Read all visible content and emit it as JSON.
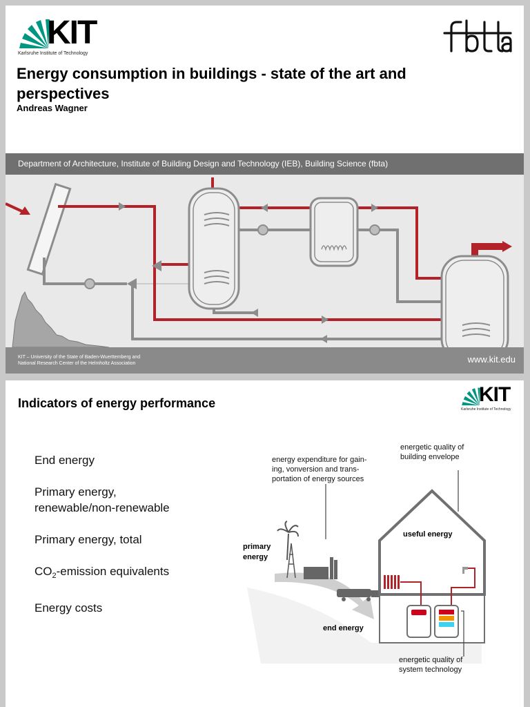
{
  "slide1": {
    "logo": {
      "text": "KIT",
      "subtitle": "Karlsruhe Institute of Technology"
    },
    "partner_logo": {
      "text": "fbta"
    },
    "title": "Energy consumption in buildings - state of the art and perspectives",
    "author": "Andreas Wagner",
    "department": "Department of Architecture, Institute of Building Design and Technology (IEB), Building Science (fbta)",
    "footer_left_line1": "KIT – University of the State of Baden-Wuerttemberg and",
    "footer_left_line2": "National Research Center of the Helmholtz Association",
    "footer_right": "www.kit.edu",
    "colors": {
      "pipe_hot": "#b22228",
      "pipe_cold": "#8c8c8c",
      "footer": "#8a8a8a",
      "band": "#707070",
      "kit_green": "#009682"
    }
  },
  "slide2": {
    "logo": {
      "text": "KIT",
      "subtitle": "Karlsruhe Institute of Technology"
    },
    "title": "Indicators of energy performance",
    "indicators": {
      "i1": "End energy",
      "i2a": "Primary energy,",
      "i2b": "renewable/non-renewable",
      "i3": "Primary energy, total",
      "i4a": "CO",
      "i4sub": "2",
      "i4b": "-emission equivalents",
      "i5": "Energy costs"
    },
    "diagram": {
      "expenditure_l1": "energy expenditure for gain-",
      "expenditure_l2": "ing, vonversion and trans-",
      "expenditure_l3": "portation of energy sources",
      "envelope_l1": "energetic quality  of",
      "envelope_l2": "building envelope",
      "useful_energy": "useful energy",
      "primary_energy_l1": "primary",
      "primary_energy_l2": "energy",
      "end_energy": "end energy",
      "system_l1": "energetic quality  of",
      "system_l2": "system technology"
    }
  }
}
